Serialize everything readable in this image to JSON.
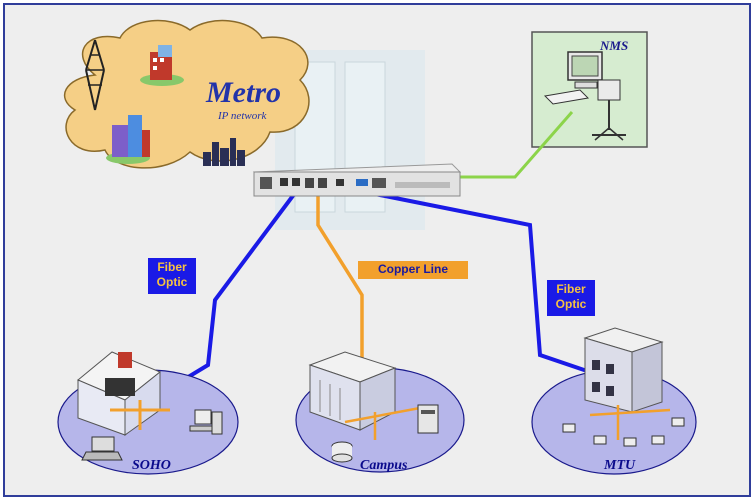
{
  "metro": {
    "title": "Metro",
    "subtitle": "IP network"
  },
  "nms": {
    "label": "NMS"
  },
  "links": {
    "fiber_left": "Fiber Optic",
    "copper": "Copper Line",
    "fiber_right": "Fiber Optic"
  },
  "sites": {
    "soho": "SOHO",
    "campus": "Campus",
    "mtu": "MTU"
  },
  "colors": {
    "fiber": "#1a1ae6",
    "copper": "#f2a02c",
    "nms_link": "#8cd44a",
    "cloud": "#f5cf86",
    "site_ellipse": "#b6b6ea",
    "nms_panel": "#d6ecd0"
  }
}
